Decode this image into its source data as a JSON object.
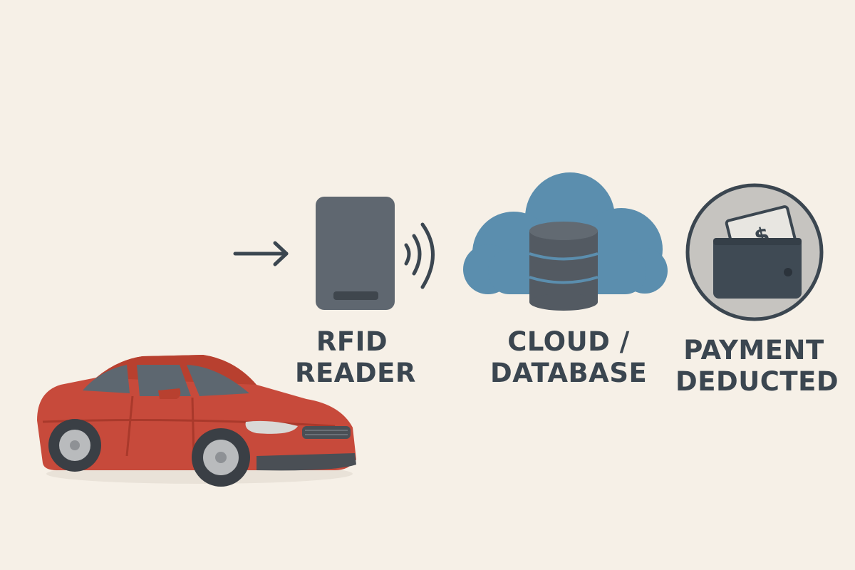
{
  "labels": {
    "rfid": {
      "line1": "RFID",
      "line2": "READER"
    },
    "cloud": {
      "line1": "CLOUD /",
      "line2": "DATABASE"
    },
    "payment": {
      "line1": "PAYMENT",
      "line2": "DEDUCTED"
    }
  },
  "icons": {
    "wallet_symbol": "$"
  },
  "colors": {
    "background": "#f6f0e7",
    "text": "#3b4650",
    "reader": "#5f6770",
    "cloud": "#5b8eae",
    "database": "#535a62",
    "car_body": "#c74a3b",
    "wallet": "#3f4a54"
  }
}
